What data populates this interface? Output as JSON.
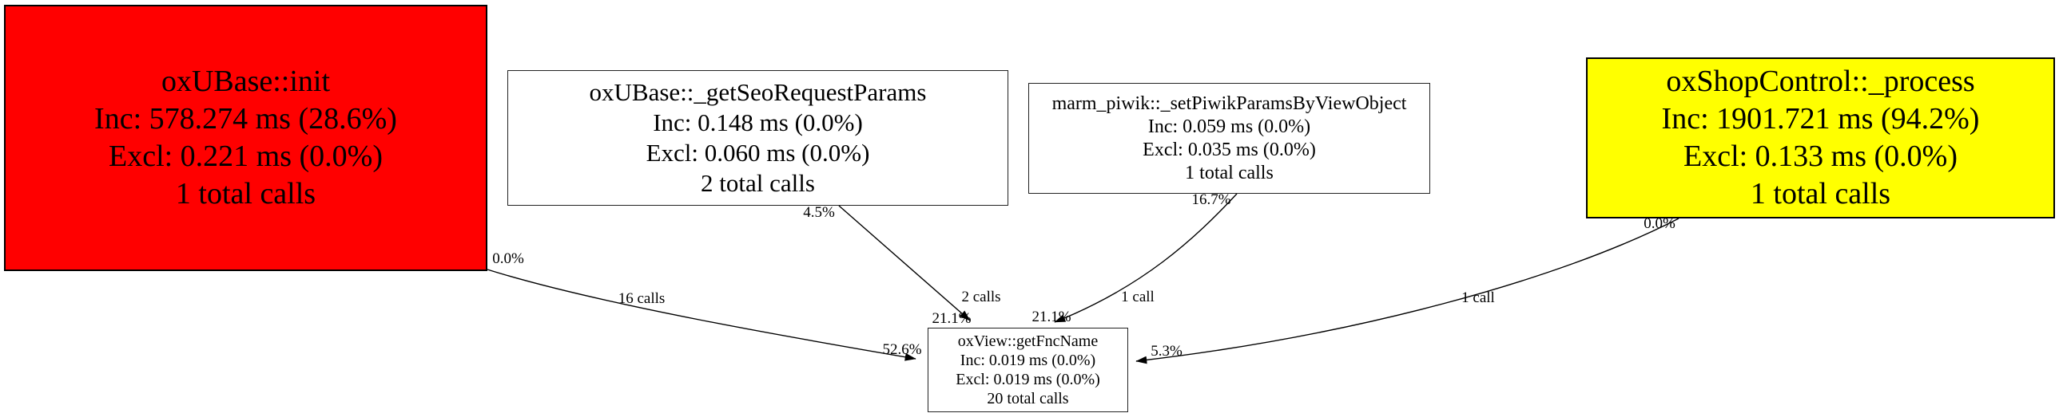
{
  "diagram": {
    "type": "profiler-call-graph",
    "background_color": "#ffffff",
    "edge_color": "#000000",
    "nodes": [
      {
        "id": "oxubase-init",
        "title": "oxUBase::init",
        "inc": "Inc: 578.274 ms (28.6%)",
        "excl": "Excl: 0.221 ms (0.0%)",
        "calls": "1 total calls",
        "fill": "#ff0000"
      },
      {
        "id": "oxubase-getseorequestparams",
        "title": "oxUBase::_getSeoRequestParams",
        "inc": "Inc: 0.148 ms (0.0%)",
        "excl": "Excl: 0.060 ms (0.0%)",
        "calls": "2 total calls",
        "fill": "#ffffff"
      },
      {
        "id": "marm-piwik-setpiwikparamsbyviewobject",
        "title": "marm_piwik::_setPiwikParamsByViewObject",
        "inc": "Inc: 0.059 ms (0.0%)",
        "excl": "Excl: 0.035 ms (0.0%)",
        "calls": "1 total calls",
        "fill": "#ffffff"
      },
      {
        "id": "oxshopcontrol-process",
        "title": "oxShopControl::_process",
        "inc": "Inc: 1901.721 ms (94.2%)",
        "excl": "Excl: 0.133 ms (0.0%)",
        "calls": "1 total calls",
        "fill": "#ffff00"
      },
      {
        "id": "oxview-getfncname",
        "title": "oxView::getFncName",
        "inc": "Inc: 0.019 ms (0.0%)",
        "excl": "Excl: 0.019 ms (0.0%)",
        "calls": "20 total calls",
        "fill": "#ffffff"
      }
    ],
    "edges": [
      {
        "from": "oxubase-init",
        "to": "oxview-getfncname",
        "tail_pct": "0.0%",
        "calls_label": "16 calls",
        "head_pct": "52.6%"
      },
      {
        "from": "oxubase-getseorequestparams",
        "to": "oxview-getfncname",
        "tail_pct": "4.5%",
        "calls_label": "2 calls",
        "head_pct": "21.1%"
      },
      {
        "from": "marm-piwik-setpiwikparamsbyviewobject",
        "to": "oxview-getfncname",
        "tail_pct": "16.7%",
        "calls_label": "1 call",
        "head_pct": "21.1%"
      },
      {
        "from": "oxshopcontrol-process",
        "to": "oxview-getfncname",
        "tail_pct": "0.0%",
        "calls_label": "1 call",
        "head_pct": "5.3%"
      }
    ]
  }
}
